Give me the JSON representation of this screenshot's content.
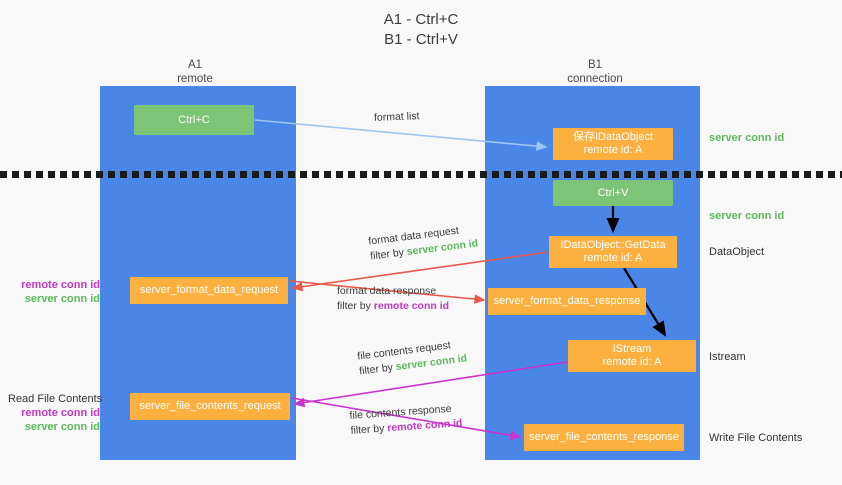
{
  "title": {
    "line1": "A1 - Ctrl+C",
    "line2": "B1 - Ctrl+V"
  },
  "columns": [
    {
      "name": "A1",
      "role": "remote"
    },
    {
      "name": "B1",
      "role": "connection"
    }
  ],
  "nodes": {
    "ctrl_c": {
      "label": "Ctrl+C",
      "color": "#7cc576"
    },
    "save_dataobject": {
      "line1": "保存IDataObject",
      "line2": "remote id: A",
      "color": "#fbb040"
    },
    "ctrl_v": {
      "label": "Ctrl+V",
      "color": "#7cc576"
    },
    "getdata": {
      "line1": "IDataObject::GetData",
      "line2": "remote id: A",
      "color": "#fbb040"
    },
    "istream": {
      "line1": "IStream",
      "line2": "remote id: A",
      "color": "#fbb040"
    },
    "server_format_data_request": {
      "label": "server_format_data_request",
      "color": "#fbb040"
    },
    "server_format_data_response": {
      "label": "server_format_data_response",
      "color": "#fbb040"
    },
    "server_file_contents_request": {
      "label": "server_file_contents_request",
      "color": "#fbb040"
    },
    "server_file_contents_response": {
      "label": "server_file_contents_response",
      "color": "#fbb040"
    }
  },
  "right_labels": {
    "server_conn_id_top": "server conn id",
    "server_conn_id_mid": "server conn id",
    "dataobject": "DataObject",
    "istream": "Istream",
    "write_file_contents": "Write File Contents"
  },
  "left_labels": {
    "remote_conn_id_1": "remote conn id",
    "server_conn_id_1": "server conn id",
    "read_file_contents": "Read File Contents",
    "remote_conn_id_2": "remote conn id",
    "server_conn_id_2": "server conn id"
  },
  "edges": {
    "format_list": {
      "label": "format list"
    },
    "format_data_request": {
      "line1": "format data request",
      "filter_prefix": "filter by ",
      "filter_key": "server conn id"
    },
    "format_data_response": {
      "line1": "format data response",
      "filter_prefix": "filter by ",
      "filter_key": "remote conn id"
    },
    "file_contents_request": {
      "line1": "file contents request",
      "filter_prefix": "filter by ",
      "filter_key": "server conn id"
    },
    "file_contents_response": {
      "line1": "file contents response",
      "filter_prefix": "filter by ",
      "filter_key": "remote conn id"
    }
  },
  "colors": {
    "lane": "#4a86e8",
    "green_node": "#7cc576",
    "orange_node": "#fbb040",
    "server_conn_id": "#5cb85c",
    "remote_conn_id": "#c039c0",
    "arrow_red": "#e8594a",
    "arrow_magenta": "#cc33cc",
    "arrow_lightblue": "#9fc5f0",
    "arrow_black": "#000000",
    "background": "#f8f8f8"
  }
}
